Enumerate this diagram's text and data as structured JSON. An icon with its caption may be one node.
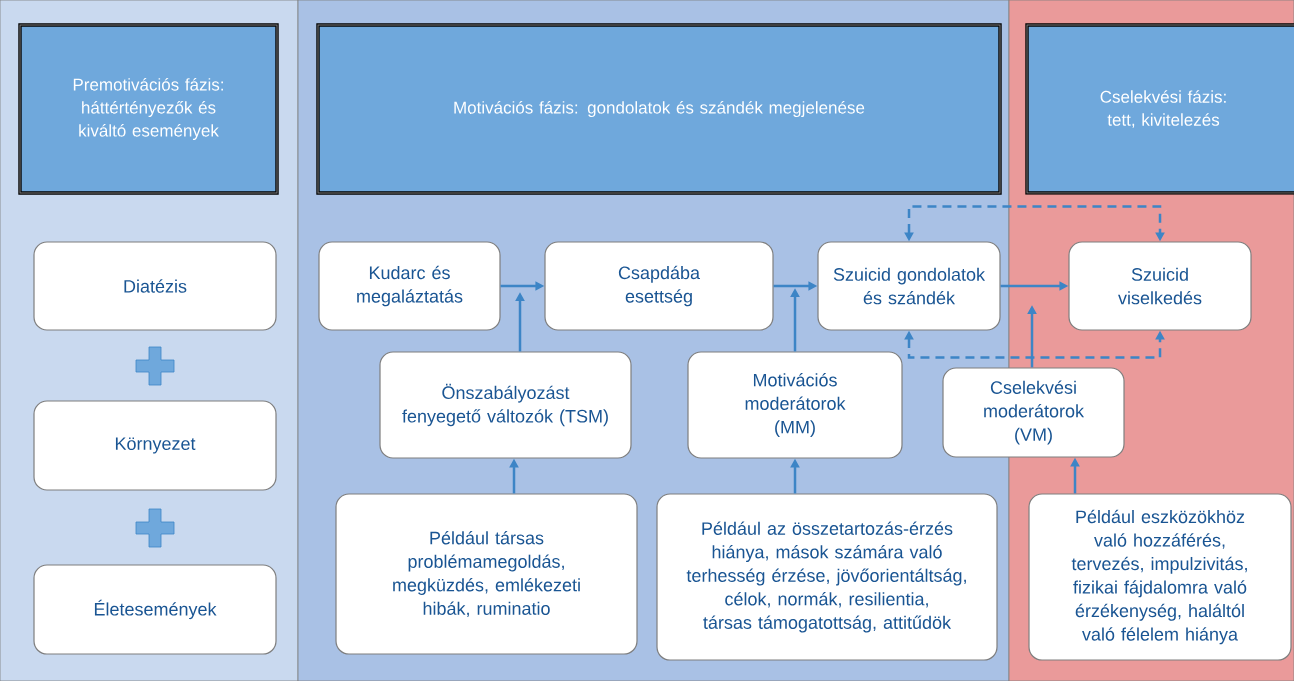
{
  "diagram": {
    "nodes": [
      {
        "text": [],
        "shape": "band"
      },
      {
        "text": [
          "Premotivációs fázis: háttértényezők és kiváltó események"
        ],
        "in": 0
      },
      {
        "text": [
          "Diatézis"
        ],
        "in": 0
      },
      {
        "text": [
          "Környezet"
        ],
        "in": 0
      },
      {
        "text": [
          "Életesemények"
        ],
        "in": 0
      },
      {
        "text": [],
        "shape": "band"
      },
      {
        "text": [
          "Motivációs fázis: gondolatok és szándék megjelenése"
        ],
        "in": 5
      },
      {
        "text": [
          "Kudarc és megaláztatás"
        ],
        "in": 5
      },
      {
        "text": [
          "Csapdába esettség"
        ],
        "in": 5
      },
      {
        "text": [
          "Szuicid gondolatok és szándék"
        ],
        "in": 5
      },
      {
        "text": [
          "Önszabályozást fenyegető változók (TSM)"
        ],
        "in": 5
      },
      {
        "text": [
          "Motivációs moderátorok (MM)"
        ],
        "in": 5
      },
      {
        "text": [
          "Például társas problémamegoldás, megküzdés, emlékezeti hibák, ruminatio"
        ],
        "in": 5
      },
      {
        "text": [
          "Például az összetartozás-érzés hiánya, mások számára való terhesség érzése, jövőorientáltság, célok, normák, resilientia, társas támogatottság, attitűdök"
        ],
        "in": 5
      },
      {
        "text": [],
        "shape": "band"
      },
      {
        "text": [
          "Cselekvési fázis: tett, kivitelezés"
        ],
        "in": 14
      },
      {
        "text": [
          "Szuicid viselkedés"
        ],
        "in": 14
      },
      {
        "text": [
          "Cselekvési moderátorok (VM)"
        ]
      },
      {
        "text": [
          "Például eszközökhöz való hozzáférés, tervezés, impulzivitás, fizikai fájdalomra való érzékenység, haláltól való félelem hiánya"
        ],
        "in": 14
      }
    ],
    "edges": [
      {
        "from": 7,
        "to": 8,
        "arrow": "to"
      },
      {
        "from": 10,
        "to": null,
        "arrow": "to"
      },
      {
        "from": 8,
        "to": 9,
        "arrow": "to"
      },
      {
        "from": 11,
        "to": null,
        "arrow": "to"
      },
      {
        "from": 9,
        "to": 16,
        "arrow": "to"
      },
      {
        "from": 17,
        "to": null,
        "arrow": "to"
      },
      {
        "from": 12,
        "to": 10,
        "arrow": "to"
      },
      {
        "from": 13,
        "to": 11,
        "arrow": "to"
      },
      {
        "from": 18,
        "to": 17,
        "arrow": "to"
      },
      {
        "from": 9,
        "to": 16,
        "arrow": "both",
        "style": "dashed"
      },
      {
        "from": 9,
        "to": 16,
        "arrow": "both",
        "style": "dashed"
      }
    ]
  }
}
